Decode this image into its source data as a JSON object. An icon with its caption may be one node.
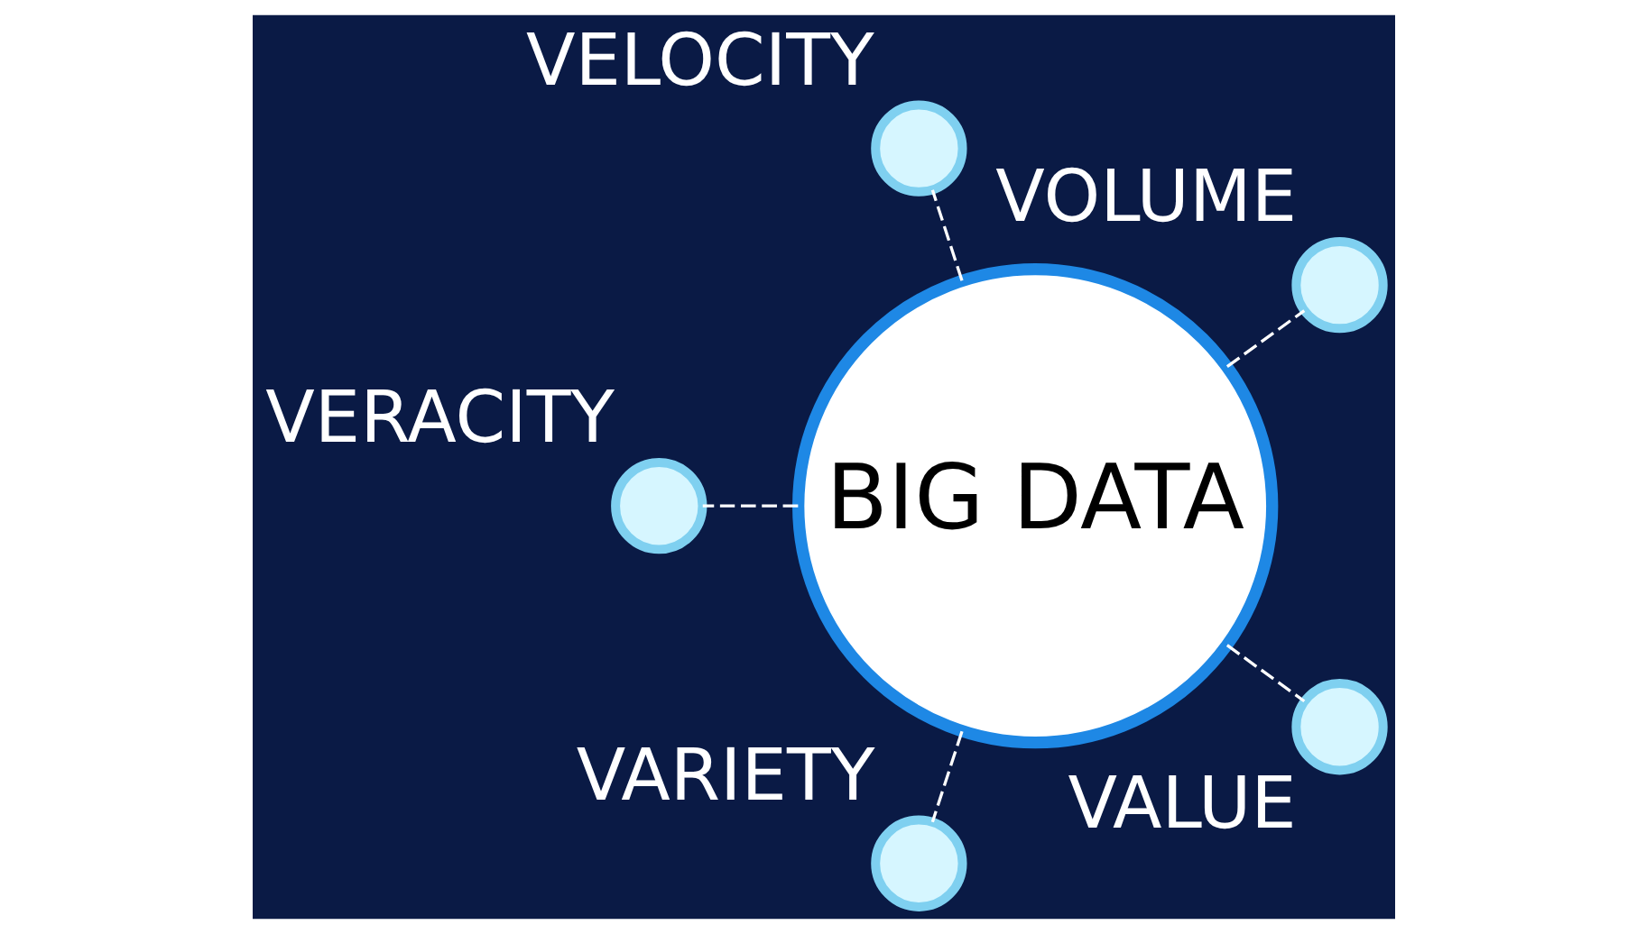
{
  "diagram": {
    "nodes": [
      {
        "text": [
          "BIG DATA"
        ]
      },
      {
        "text": [],
        "shape": "circle",
        "beside": [
          "VOLUME"
        ]
      },
      {
        "text": [],
        "shape": "circle",
        "beside": [
          "VELOCITY"
        ]
      },
      {
        "text": [],
        "shape": "circle",
        "beside": [
          "VERACITY"
        ]
      },
      {
        "text": [],
        "shape": "circle",
        "beside": [
          "VARIETY"
        ]
      },
      {
        "text": [],
        "shape": "circle",
        "beside": [
          "VALUE"
        ]
      }
    ],
    "edges": [
      {
        "from": 0,
        "to": 1,
        "arrow": "none",
        "style": "dashed"
      },
      {
        "from": 0,
        "to": 2,
        "arrow": "none",
        "style": "dashed"
      },
      {
        "from": 0,
        "to": 3,
        "arrow": "none",
        "style": "dashed"
      },
      {
        "from": 0,
        "to": 4,
        "arrow": "none",
        "style": "dashed"
      },
      {
        "from": 0,
        "to": 5,
        "arrow": "none",
        "style": "dashed"
      }
    ]
  }
}
